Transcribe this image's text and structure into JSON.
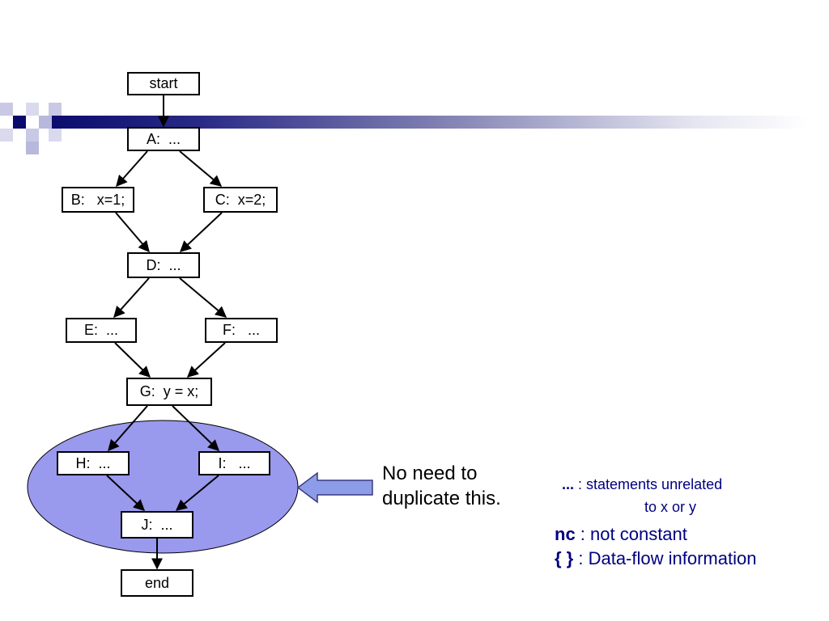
{
  "nodes": {
    "start": "start",
    "a": "A:  ...",
    "b": "B:   x=1;",
    "c": "C:  x=2;",
    "d": "D:  ...",
    "e": "E:  ...",
    "f": "F:   ...",
    "g": "G:  y = x;",
    "h": "H:  ...",
    "i": "I:   ...",
    "j": "J:  ...",
    "end": "end"
  },
  "callout": {
    "line1": "No need to",
    "line2": "duplicate this."
  },
  "legend": {
    "dots_key": "...",
    "dots_desc_1": " : statements unrelated",
    "dots_desc_2": "to x or y",
    "nc_key": "nc",
    "nc_desc": " : not constant",
    "braces_key": "{ }",
    "braces_desc": " : Data-flow information"
  },
  "colors": {
    "ellipse_fill": "#9999ee",
    "arrow_fill": "#8c9ce8",
    "legend_text": "#000080",
    "band_dark": "#0b0b6e"
  }
}
